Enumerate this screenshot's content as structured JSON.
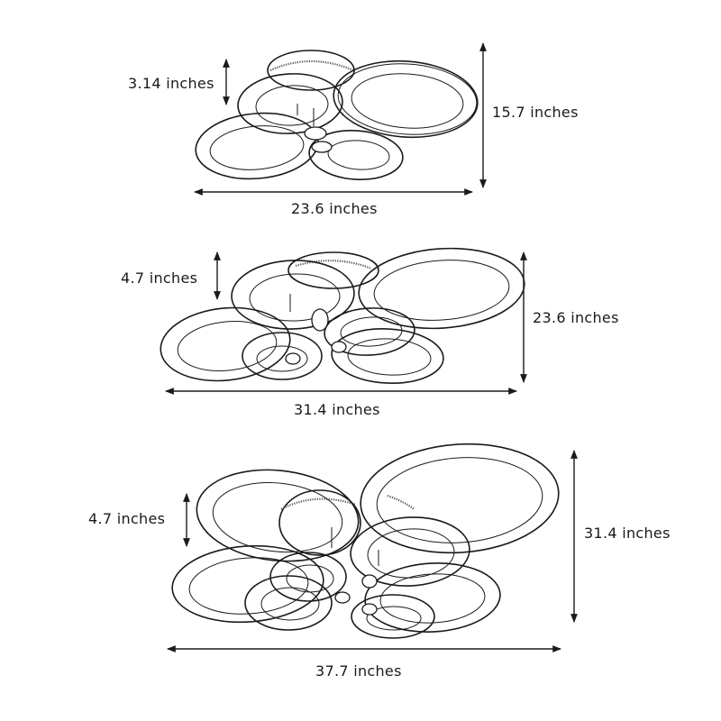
{
  "diagrams": [
    {
      "id": "small",
      "ring_count": 4,
      "height_label": "3.14 inches",
      "depth_label": "15.7 inches",
      "width_label": "23.6 inches"
    },
    {
      "id": "medium",
      "ring_count": 6,
      "height_label": "4.7 inches",
      "depth_label": "23.6 inches",
      "width_label": "31.4 inches"
    },
    {
      "id": "large",
      "ring_count": 8,
      "height_label": "4.7 inches",
      "depth_label": "31.4 inches",
      "width_label": "37.7 inches"
    }
  ],
  "colors": {
    "background": "#ffffff",
    "line": "#1a1a1a"
  }
}
